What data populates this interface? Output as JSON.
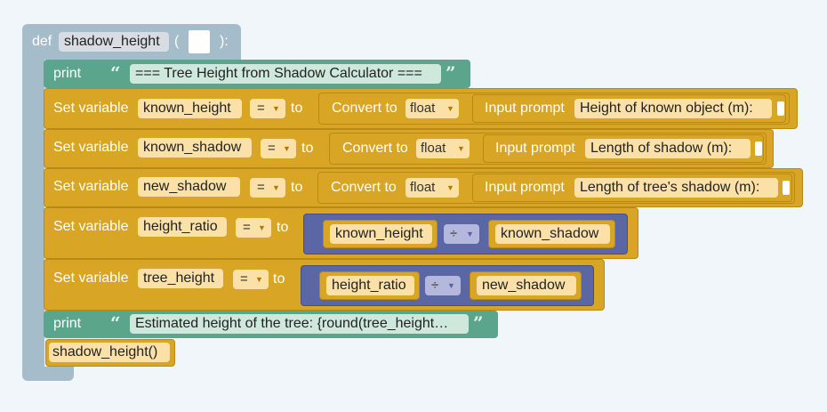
{
  "func": {
    "def_label": "def",
    "name": "shadow_height",
    "open_paren": "(",
    "close_paren": "):"
  },
  "print1": {
    "label": "print",
    "text": "=== Tree Height from Shadow Calculator ==="
  },
  "set1": {
    "set_label": "Set variable",
    "var": "known_height",
    "op": "=",
    "to_label": "to",
    "convert_label": "Convert to",
    "type": "float",
    "input_label": "Input prompt",
    "prompt": "Height of known object (m):"
  },
  "set2": {
    "set_label": "Set variable",
    "var": "known_shadow",
    "op": "=",
    "to_label": "to",
    "convert_label": "Convert to",
    "type": "float",
    "input_label": "Input prompt",
    "prompt": "Length of shadow (m):"
  },
  "set3": {
    "set_label": "Set variable",
    "var": "new_shadow",
    "op": "=",
    "to_label": "to",
    "convert_label": "Convert to",
    "type": "float",
    "input_label": "Input prompt",
    "prompt": "Length of tree's shadow (m):"
  },
  "set4": {
    "set_label": "Set variable",
    "var": "height_ratio",
    "op": "=",
    "to_label": "to",
    "left": "known_height",
    "operator": "÷",
    "right": "known_shadow"
  },
  "set5": {
    "set_label": "Set variable",
    "var": "tree_height",
    "op": "=",
    "to_label": "to",
    "left": "height_ratio",
    "operator": "÷",
    "right": "new_shadow"
  },
  "print2": {
    "label": "print",
    "text": "Estimated height of the tree: {round(tree_height…"
  },
  "call": {
    "text": "shadow_height()"
  },
  "icons": {
    "quote_open": "“",
    "quote_close": "”",
    "dropdown": "▼"
  },
  "colors": {
    "function": "#a5bccb",
    "print": "#5ba58c",
    "variable": "#d9a524",
    "math": "#5b67a5",
    "background": "#f1f6fb"
  }
}
